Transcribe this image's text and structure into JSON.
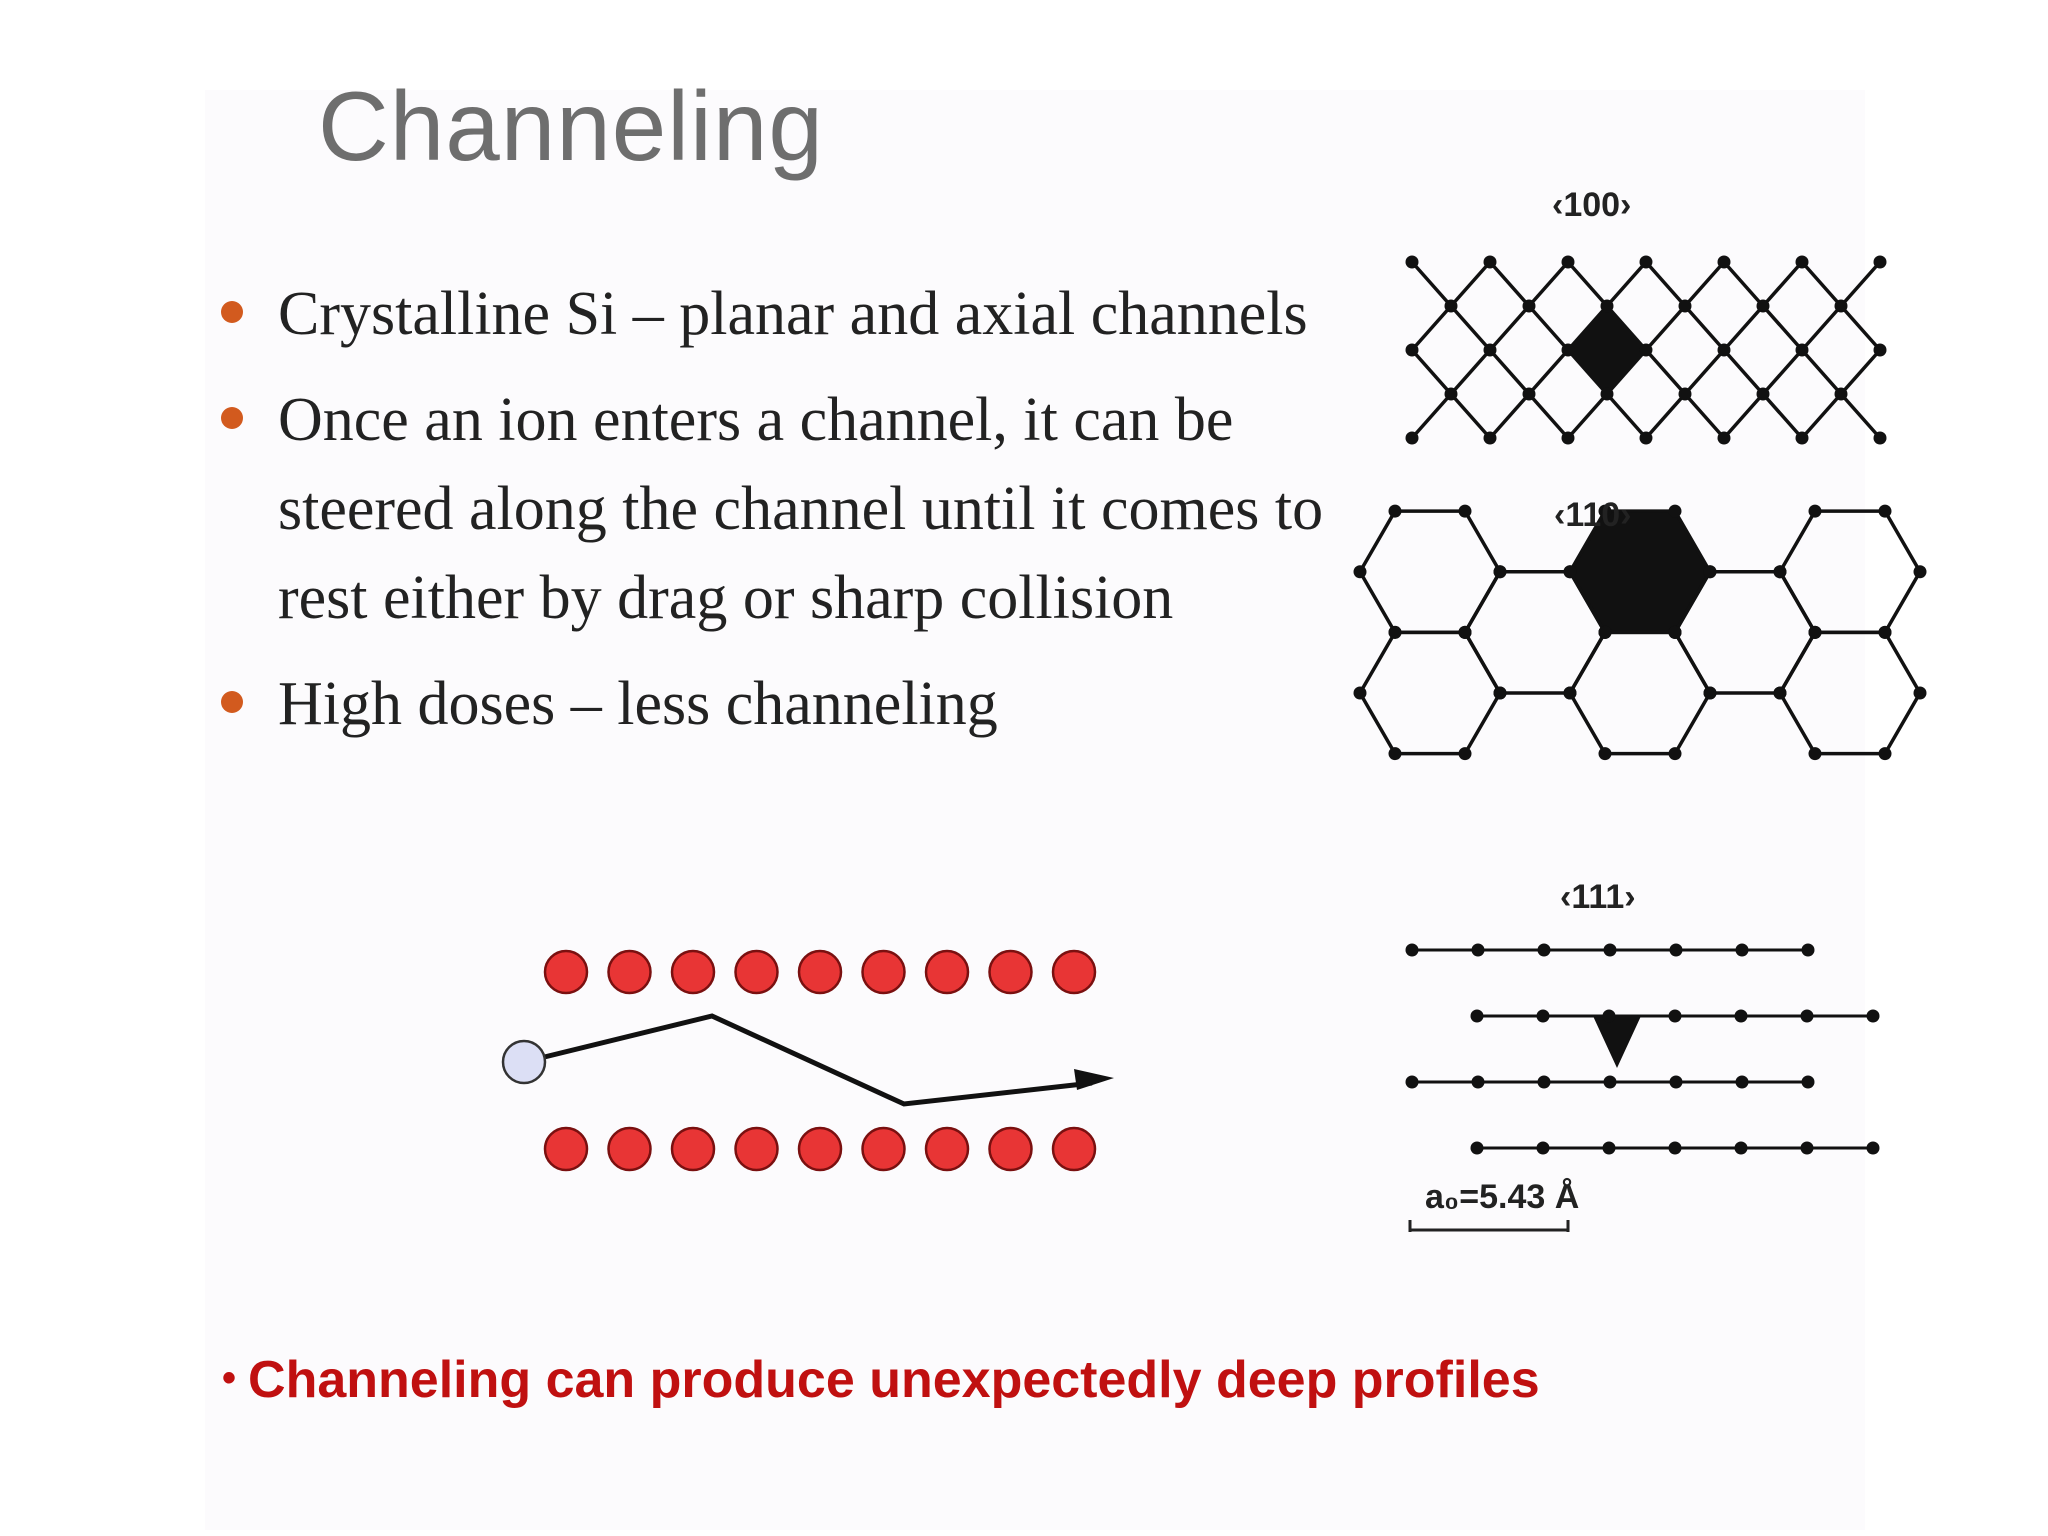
{
  "slide": {
    "title": "Channeling",
    "bullets": [
      "Crystalline Si – planar and axial channels",
      "Once an ion enters a channel, it can be steered along the channel until it comes to rest either by drag or sharp collision",
      "High doses – less channeling"
    ],
    "bottom_note": "Channeling can produce unexpectedly deep profiles",
    "bottom_bullet_symbol": "•"
  },
  "figure_channel": {
    "top_row_atoms": 9,
    "bottom_row_atoms": 9,
    "atom_color": "#e83535",
    "ion_color": "#dcdff5"
  },
  "figure_lattices": {
    "labels": [
      "‹100›",
      "‹110›",
      "‹111›"
    ],
    "lattice_constant": "a₀=5.43 Å"
  },
  "colors": {
    "title": "#6e6e6e",
    "bullet": "#d25a1e",
    "note": "#c01010"
  }
}
